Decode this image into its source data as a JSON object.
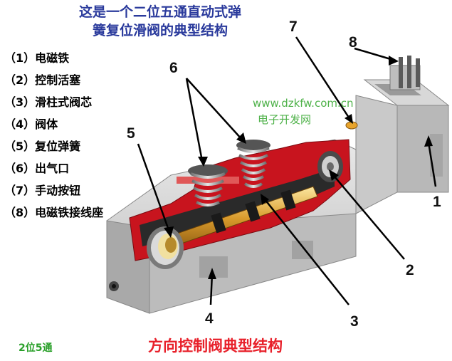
{
  "title": {
    "line1": "这是一个二位五通直动式弹",
    "line2": "簧复位滑阀的典型结构"
  },
  "legend": [
    "（1）电磁铁",
    "（2）控制活塞",
    "（3）滑柱式阀芯",
    "（4）阀体",
    "（5）复位弹簧",
    "（6）出气口",
    "（7）手动按钮",
    "（8）电磁铁接线座"
  ],
  "watermark": {
    "line1": "www.dzkfw.com.cn",
    "line2": "电子开发网"
  },
  "callouts": {
    "n1": "1",
    "n2": "2",
    "n3": "3",
    "n4": "4",
    "n5": "5",
    "n6": "6",
    "n7": "7",
    "n8": "8"
  },
  "footer": {
    "left": "2位5通",
    "title": "方向控制阀典型结构"
  },
  "colors": {
    "title": "#2a3a9c",
    "cutaway_red": "#c8141e",
    "footer_title": "#e8202a",
    "footer_left": "#2aa02a",
    "watermark": "#4fb24a"
  }
}
